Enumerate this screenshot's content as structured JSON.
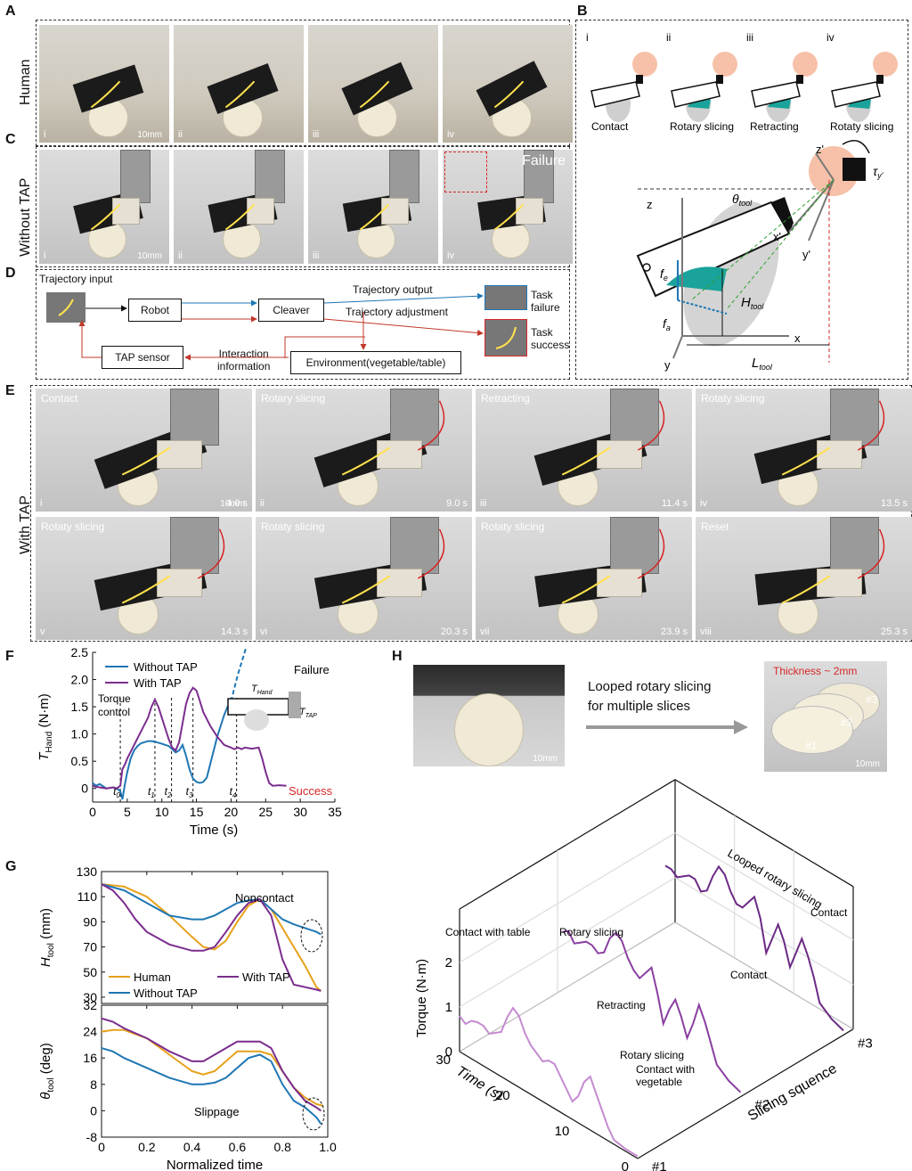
{
  "panels": {
    "A": "A",
    "B": "B",
    "C": "C",
    "D": "D",
    "E": "E",
    "F": "F",
    "G": "G",
    "H": "H"
  },
  "row_labels": {
    "human": "Human",
    "without_tap": "Without TAP",
    "with_tap": "With TAP"
  },
  "panel_a": {
    "photos": [
      {
        "num": "i",
        "scale": "10mm"
      },
      {
        "num": "ii"
      },
      {
        "num": "iii"
      },
      {
        "num": "iv"
      }
    ]
  },
  "panel_c": {
    "photos": [
      {
        "num": "i",
        "scale": "10mm"
      },
      {
        "num": "ii"
      },
      {
        "num": "iii"
      },
      {
        "num": "iv",
        "note": "Failure"
      }
    ]
  },
  "panel_b": {
    "steps": [
      {
        "num": "i",
        "label": "Contact"
      },
      {
        "num": "ii",
        "label": "Rotary slicing"
      },
      {
        "num": "iii",
        "label": "Retracting"
      },
      {
        "num": "iv",
        "label": "Rotaty slicing"
      }
    ],
    "schematic": {
      "theta": "θ",
      "theta_sub": "tool",
      "tau": "τ",
      "tau_sub": "y'",
      "z": "z",
      "zp": "z'",
      "xp": "x'",
      "yp": "y'",
      "x": "x",
      "y": "y",
      "fe": "f",
      "fe_sub": "e",
      "fa": "f",
      "fa_sub": "a",
      "H": "H",
      "H_sub": "tool",
      "L": "L",
      "L_sub": "tool"
    }
  },
  "panel_d": {
    "trajectory_input": "Trajectory input",
    "robot": "Robot",
    "cleaver": "Cleaver",
    "trajectory_output": "Trajectory output",
    "trajectory_adjustment": "Trajectory adjustment",
    "task_failure": "Task\nfailure",
    "task_success": "Task\nsuccess",
    "tap_sensor": "TAP sensor",
    "interaction_info": "Interaction\ninformation",
    "environment": "Environment(vegetable/table)"
  },
  "panel_e": {
    "photos": [
      {
        "num": "i",
        "tag": "Contact",
        "time": "4.0 s",
        "scale": "10mm"
      },
      {
        "num": "ii",
        "tag": "Rotary slicing",
        "time": "9.0 s"
      },
      {
        "num": "iii",
        "tag": "Retracting",
        "time": "11.4 s"
      },
      {
        "num": "iv",
        "tag": "Rotaty slicing",
        "time": "13.5 s"
      },
      {
        "num": "v",
        "tag": "Rotaty slicing",
        "time": "14.3 s"
      },
      {
        "num": "vi",
        "tag": "Rotaty slicing",
        "time": "20.3 s"
      },
      {
        "num": "vii",
        "tag": "Rotaty slicing",
        "time": "23.9 s"
      },
      {
        "num": "viii",
        "tag": "Reset",
        "time": "25.3 s"
      }
    ]
  },
  "panel_h_top": {
    "arrow_text_1": "Looped rotary slicing",
    "arrow_text_2": "for multiple slices",
    "thickness": "Thickness ~ 2mm",
    "slices": [
      "#1",
      "#2",
      "#3"
    ],
    "scale": "10mm"
  },
  "chart_data": [
    {
      "id": "F",
      "type": "line",
      "xlabel": "Time (s)",
      "ylabel": "T",
      "ylabel_sub": "Hand",
      "ylabel_unit": "(N·m)",
      "xlim": [
        0,
        35
      ],
      "ylim": [
        -0.25,
        2.5
      ],
      "xticks": [
        0,
        5,
        10,
        15,
        20,
        25,
        30,
        35
      ],
      "yticks": [
        0,
        0.5,
        1.0,
        1.5,
        2.0,
        2.5
      ],
      "ytick_labels": [
        "0",
        "0.5",
        "1.0",
        "1.5",
        "2.0",
        "2.5"
      ],
      "legend": [
        "Without TAP",
        "With TAP"
      ],
      "annotations": {
        "torque_control": "Torque\ncontrol",
        "failure": "Failure",
        "success": "Success",
        "t_hand": "T",
        "t_hand_sub": "Hand",
        "t_tap": "T",
        "t_tap_sub": "TAP"
      },
      "markers": [
        {
          "label": "t",
          "sub": "0",
          "x": 4.0
        },
        {
          "label": "t",
          "sub": "1",
          "x": 9.0
        },
        {
          "label": "t",
          "sub": "2",
          "x": 11.4
        },
        {
          "label": "t",
          "sub": "3",
          "x": 14.5
        },
        {
          "label": "t",
          "sub": "4",
          "x": 20.8
        }
      ],
      "series": [
        {
          "name": "Without TAP",
          "color": "#1f77b4",
          "x": [
            0,
            0.5,
            1,
            2,
            3,
            3.5,
            4,
            4.3,
            4.7,
            5,
            5.5,
            6,
            6.5,
            7,
            7.5,
            8,
            8.5,
            9,
            9.5,
            10,
            10.5,
            11,
            11.5,
            12,
            12.5,
            13,
            13.5,
            14,
            14.5,
            15,
            15.5,
            16,
            16.5,
            17,
            17.5,
            18,
            18.5,
            19,
            19.5,
            20
          ],
          "y": [
            0.1,
            0.05,
            0.08,
            0,
            0.02,
            0,
            -0.05,
            -0.2,
            0.1,
            0.3,
            0.55,
            0.7,
            0.78,
            0.83,
            0.85,
            0.87,
            0.87,
            0.86,
            0.84,
            0.82,
            0.8,
            0.78,
            0.72,
            0.66,
            0.7,
            0.8,
            0.6,
            0.35,
            0.18,
            0.12,
            0.1,
            0.12,
            0.2,
            0.45,
            0.7,
            0.95,
            1.15,
            1.35,
            1.5,
            1.6
          ]
        },
        {
          "name": "Without TAP (failure)",
          "color": "#1f77b4",
          "dashed": true,
          "x": [
            20,
            20.5,
            21,
            21.6,
            22.2
          ],
          "y": [
            1.6,
            1.85,
            2.1,
            2.35,
            2.6
          ]
        },
        {
          "name": "With TAP",
          "color": "#7b2d8e",
          "x": [
            0,
            0.5,
            1,
            2,
            3,
            3.5,
            4,
            4.3,
            4.7,
            5,
            6,
            7,
            8,
            8.5,
            9,
            9.5,
            10,
            10.5,
            11,
            11.5,
            12,
            12.5,
            13,
            13.5,
            14,
            14.5,
            15,
            15.5,
            16,
            17,
            18,
            19,
            20,
            20.5,
            21,
            21.5,
            22,
            23,
            24,
            24.5,
            25,
            25.5,
            26,
            27,
            28
          ],
          "y": [
            0.05,
            0.03,
            0.02,
            0,
            0.02,
            0,
            0.05,
            0.35,
            0.45,
            0.55,
            0.8,
            1.05,
            1.3,
            1.5,
            1.63,
            1.5,
            1.3,
            1.1,
            0.9,
            0.75,
            0.7,
            0.85,
            1.2,
            1.55,
            1.75,
            1.85,
            1.8,
            1.6,
            1.4,
            1.15,
            0.95,
            0.8,
            0.75,
            0.72,
            0.75,
            0.72,
            0.75,
            0.73,
            0.75,
            0.55,
            0.3,
            0.1,
            0.05,
            0.06,
            0.05
          ]
        }
      ]
    },
    {
      "id": "G-top",
      "type": "line",
      "ylabel": "H",
      "ylabel_sub": "tool",
      "ylabel_unit": "(mm)",
      "xlim": [
        0,
        1.0
      ],
      "ylim": [
        25,
        130
      ],
      "yticks": [
        30,
        50,
        70,
        90,
        110,
        130
      ],
      "ytick_labels": [
        "30",
        "50",
        "70",
        "90",
        "110",
        "130"
      ],
      "legend": [
        "Human",
        "Without TAP",
        "With TAP"
      ],
      "annotation": "Noncontact",
      "series": [
        {
          "name": "Human",
          "color": "#e6a11a",
          "x": [
            0,
            0.1,
            0.2,
            0.3,
            0.4,
            0.45,
            0.5,
            0.55,
            0.6,
            0.65,
            0.7,
            0.75,
            0.8,
            0.85,
            0.9,
            0.95,
            0.97
          ],
          "y": [
            120,
            118,
            110,
            95,
            78,
            70,
            68,
            75,
            90,
            103,
            108,
            100,
            85,
            70,
            55,
            38,
            35
          ]
        },
        {
          "name": "Without TAP",
          "color": "#1f77b4",
          "x": [
            0,
            0.1,
            0.2,
            0.3,
            0.4,
            0.45,
            0.5,
            0.55,
            0.6,
            0.65,
            0.7,
            0.75,
            0.8,
            0.85,
            0.9,
            0.95,
            0.97
          ],
          "y": [
            120,
            115,
            105,
            95,
            92,
            92,
            95,
            100,
            105,
            107,
            108,
            100,
            92,
            88,
            85,
            82,
            80
          ]
        },
        {
          "name": "With TAP",
          "color": "#7b2d8e",
          "x": [
            0,
            0.05,
            0.1,
            0.15,
            0.2,
            0.3,
            0.4,
            0.45,
            0.5,
            0.55,
            0.6,
            0.65,
            0.7,
            0.75,
            0.8,
            0.85,
            0.9,
            0.95,
            0.97
          ],
          "y": [
            120,
            115,
            105,
            92,
            82,
            72,
            67,
            67,
            70,
            82,
            95,
            105,
            108,
            95,
            60,
            40,
            38,
            36,
            35
          ]
        }
      ]
    },
    {
      "id": "G-bottom",
      "type": "line",
      "xlabel": "Normalized time",
      "ylabel": "θ",
      "ylabel_sub": "tool",
      "ylabel_unit": "(deg)",
      "xlim": [
        0,
        1.0
      ],
      "ylim": [
        -8,
        32
      ],
      "xticks": [
        0,
        0.2,
        0.4,
        0.6,
        0.8,
        1.0
      ],
      "yticks": [
        -8,
        0,
        8,
        16,
        24,
        32
      ],
      "xtick_labels": [
        "0",
        "0.2",
        "0.4",
        "0.6",
        "0.8",
        "1.0"
      ],
      "ytick_labels": [
        "-8",
        "0",
        "8",
        "16",
        "24",
        "32"
      ],
      "annotation": "Slippage",
      "series": [
        {
          "name": "Human",
          "color": "#e6a11a",
          "x": [
            0,
            0.05,
            0.1,
            0.2,
            0.3,
            0.4,
            0.45,
            0.5,
            0.55,
            0.6,
            0.65,
            0.7,
            0.75,
            0.8,
            0.85,
            0.9,
            0.95,
            0.98
          ],
          "y": [
            24,
            24.5,
            24.5,
            22,
            17,
            12,
            11,
            12,
            15,
            18,
            18,
            18,
            17,
            12,
            7,
            4,
            2,
            1.5
          ]
        },
        {
          "name": "Without TAP",
          "color": "#1f77b4",
          "x": [
            0,
            0.05,
            0.1,
            0.2,
            0.3,
            0.4,
            0.45,
            0.5,
            0.55,
            0.6,
            0.65,
            0.7,
            0.75,
            0.8,
            0.85,
            0.9,
            0.95,
            0.97
          ],
          "y": [
            19,
            18,
            16,
            13,
            10,
            8,
            8,
            8.5,
            10,
            13,
            16,
            17,
            15,
            8,
            3,
            1,
            -2,
            -4
          ]
        },
        {
          "name": "With TAP",
          "color": "#7b2d8e",
          "x": [
            0,
            0.05,
            0.1,
            0.2,
            0.3,
            0.4,
            0.45,
            0.5,
            0.55,
            0.6,
            0.65,
            0.7,
            0.75,
            0.8,
            0.85,
            0.9,
            0.95,
            0.97
          ],
          "y": [
            28,
            27,
            25,
            22,
            18,
            15,
            15,
            17,
            19,
            21,
            21,
            21,
            19,
            12,
            7,
            3,
            1,
            0
          ]
        }
      ]
    },
    {
      "id": "H",
      "type": "line",
      "zlabel": "Torque (N·m)",
      "ylabel": "Time (s)",
      "xlabel": "Slicing squence",
      "zticks": [
        0,
        1,
        2
      ],
      "yticks": [
        0,
        10,
        20,
        30
      ],
      "xticks": [
        "#1",
        "#2",
        "#3"
      ],
      "title_curve_3": "Looped rotary slicing",
      "annotations": [
        "Contact with table",
        "Rotary slicing",
        "Retracting",
        "Rotary slicing",
        "Contact with\nvegetable",
        "Contact",
        "Contact"
      ],
      "series": [
        {
          "name": "#1",
          "color": "#c58bd1",
          "t": [
            0,
            2,
            4,
            5,
            6,
            7,
            8,
            9,
            10,
            11,
            12,
            13,
            14,
            15,
            16,
            17,
            18,
            19,
            20,
            21,
            22,
            23,
            24,
            25,
            26,
            27,
            28,
            29,
            30
          ],
          "v": [
            0.05,
            0.05,
            0.1,
            0.3,
            0.6,
            0.9,
            1.2,
            1.0,
            0.6,
            0.4,
            0.6,
            0.8,
            1.0,
            1.0,
            0.9,
            1.0,
            1.1,
            1.3,
            1.6,
            1.7,
            1.4,
            1.0,
            0.9,
            0.8,
            0.9,
            0.9,
            0.85,
            0.7,
            0.8
          ]
        },
        {
          "name": "#2",
          "color": "#8a3fa0",
          "t": [
            0,
            2,
            4,
            5,
            6,
            7,
            8,
            9,
            10,
            11,
            12,
            13,
            14,
            15,
            16,
            17,
            18,
            19,
            20,
            21,
            22,
            23,
            24,
            25,
            26,
            27,
            28,
            29,
            30
          ],
          "v": [
            0.1,
            0.2,
            0.4,
            0.8,
            1.2,
            1.5,
            1.0,
            0.6,
            1.0,
            1.3,
            1.0,
            0.6,
            1.2,
            1.7,
            1.5,
            1.3,
            1.4,
            1.6,
            1.9,
            2.0,
            1.8,
            1.4,
            1.3,
            1.4,
            1.4,
            1.3,
            1.2,
            1.4,
            1.3
          ]
        },
        {
          "name": "#3",
          "color": "#6b2a85",
          "t": [
            0,
            2,
            4,
            5,
            6,
            7,
            8,
            9,
            10,
            11,
            12,
            13,
            14,
            15,
            16,
            17,
            18,
            19,
            20,
            21,
            22,
            23,
            24,
            25,
            26,
            27,
            28,
            29,
            30
          ],
          "v": [
            0.1,
            0.2,
            0.4,
            0.9,
            1.3,
            1.6,
            1.2,
            0.8,
            1.3,
            1.6,
            1.2,
            0.8,
            1.5,
            1.9,
            1.7,
            1.5,
            1.5,
            1.7,
            2.0,
            2.1,
            1.8,
            1.4,
            1.3,
            1.5,
            1.5,
            1.4,
            1.3,
            1.4,
            1.4
          ]
        }
      ]
    }
  ]
}
